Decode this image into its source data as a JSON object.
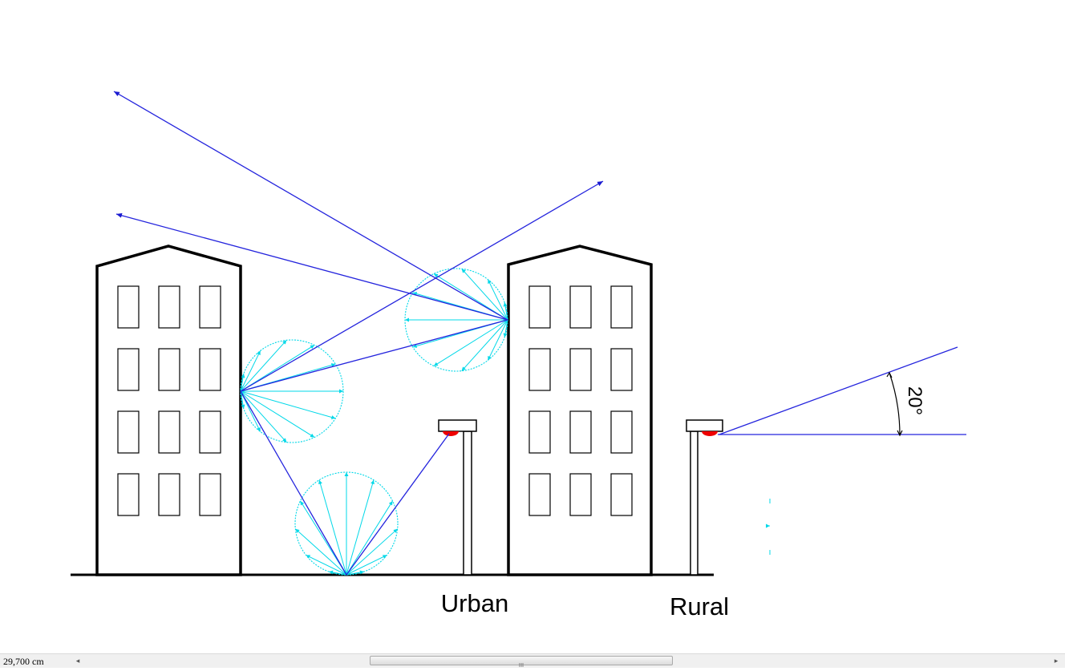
{
  "labels": {
    "urban": "Urban",
    "rural": "Rural",
    "angle": "20°"
  },
  "status_bar": {
    "coordinate": "29,700 cm",
    "left_arrow": "◂",
    "right_arrow": "▸",
    "thumb_grip": "III"
  },
  "colors": {
    "ray": "#2020dd",
    "reflection": "#00e5ee",
    "lamp": "#ee0000",
    "outline": "#000000"
  }
}
